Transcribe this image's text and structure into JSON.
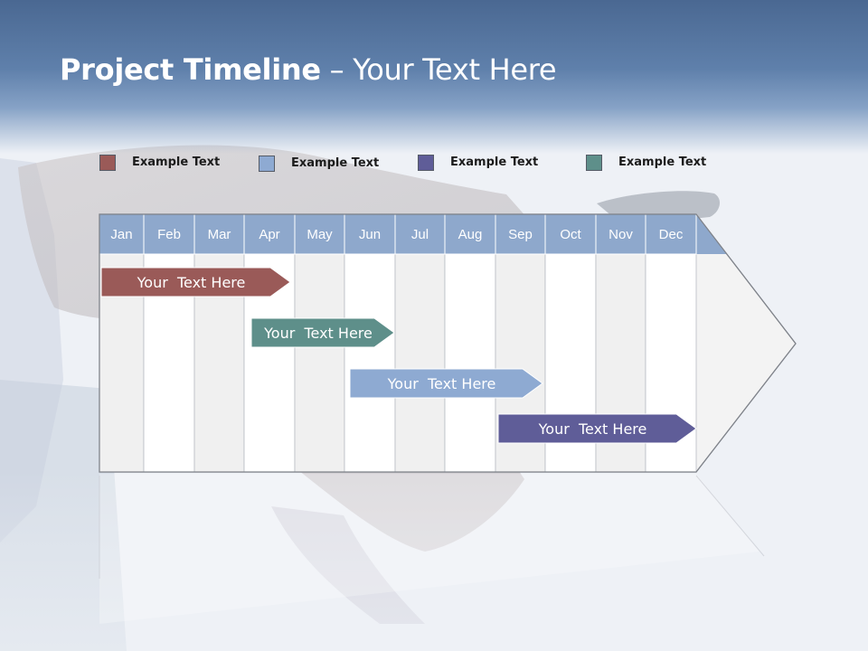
{
  "slide": {
    "title_bold": "Project Timeline",
    "title_rest": " – Your Text Here"
  },
  "legend": [
    {
      "label": "Example Text",
      "color": "#9a5a58"
    },
    {
      "label": "Example Text",
      "color": "#8eaad2"
    },
    {
      "label": "Example Text",
      "color": "#5f5d98"
    },
    {
      "label": "Example Text",
      "color": "#5e8f8a"
    }
  ],
  "months": [
    "Jan",
    "Feb",
    "Mar",
    "Apr",
    "May",
    "Jun",
    "Jul",
    "Aug",
    "Sep",
    "Oct",
    "Nov",
    "Dec"
  ],
  "bars": [
    {
      "label": "Your  Text Here",
      "color": "#9a5a58",
      "start_month": "Jan",
      "end_month": "Apr"
    },
    {
      "label": "Your  Text Here",
      "color": "#5e8f8a",
      "start_month": "Apr",
      "end_month": "Jun"
    },
    {
      "label": "Your  Text Here",
      "color": "#8eaad2",
      "start_month": "Jun",
      "end_month": "Sep"
    },
    {
      "label": "Your  Text Here",
      "color": "#5f5d98",
      "start_month": "Sep",
      "end_month": "Dec"
    }
  ],
  "colors": {
    "header_cell": "#8ea8cc",
    "column_light": "#ffffff",
    "column_shade": "#f0f0f0",
    "grid_line": "#b8bcc4"
  }
}
